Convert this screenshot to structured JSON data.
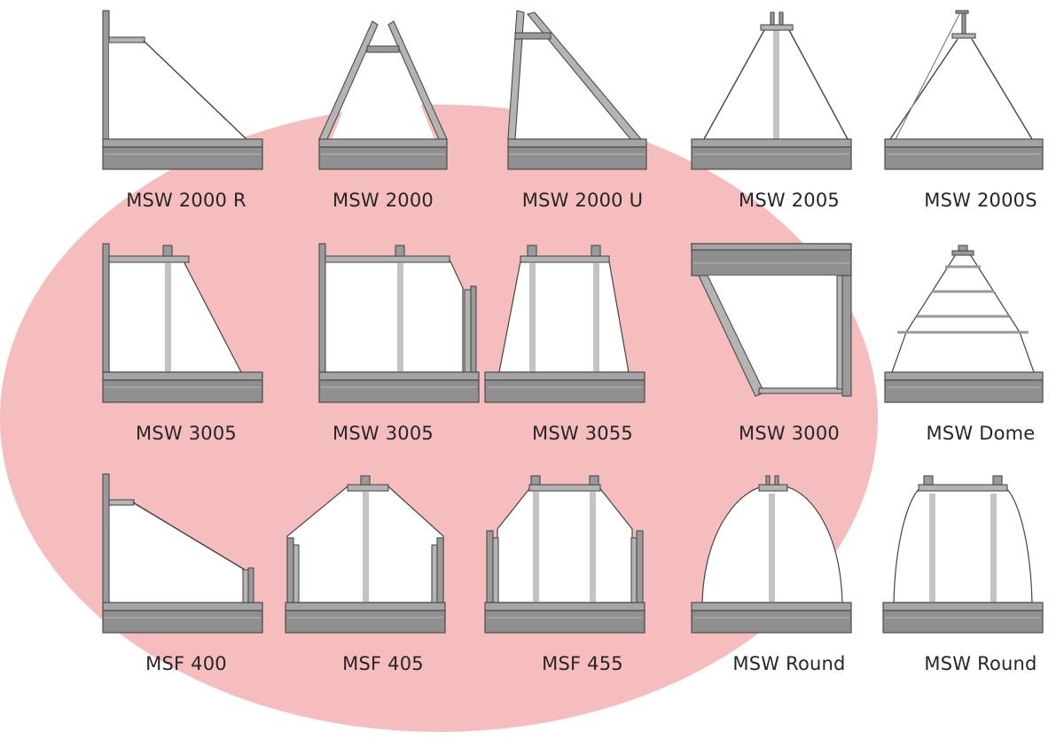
{
  "colors": {
    "ellipse": "#f6bdbe",
    "text": "#262626",
    "base": "#8f8f8f"
  },
  "rows": [
    [
      {
        "label": "MSW 2000 R",
        "shape": "corner-brace"
      },
      {
        "label": "MSW 2000",
        "shape": "a-frame"
      },
      {
        "label": "MSW 2000 U",
        "shape": "a-frame-offset"
      },
      {
        "label": "MSW 2005",
        "shape": "pendant"
      },
      {
        "label": "MSW 2000S",
        "shape": "pendant-narrow"
      }
    ],
    [
      {
        "label": "MSW 3005",
        "shape": "trapezoid-right"
      },
      {
        "label": "MSW 3005",
        "shape": "box-step"
      },
      {
        "label": "MSW 3055",
        "shape": "trapezoid"
      },
      {
        "label": "MSW 3000",
        "shape": "inverted-parallelogram"
      },
      {
        "label": "MSW Dome",
        "shape": "dome-tiered"
      }
    ],
    [
      {
        "label": "MSF 400",
        "shape": "step-ramp"
      },
      {
        "label": "MSF 405",
        "shape": "hexagon-box"
      },
      {
        "label": "MSF 455",
        "shape": "hexagon-wide"
      },
      {
        "label": "MSW Round",
        "shape": "round"
      },
      {
        "label": "MSW Round",
        "shape": "round-bell"
      }
    ]
  ]
}
